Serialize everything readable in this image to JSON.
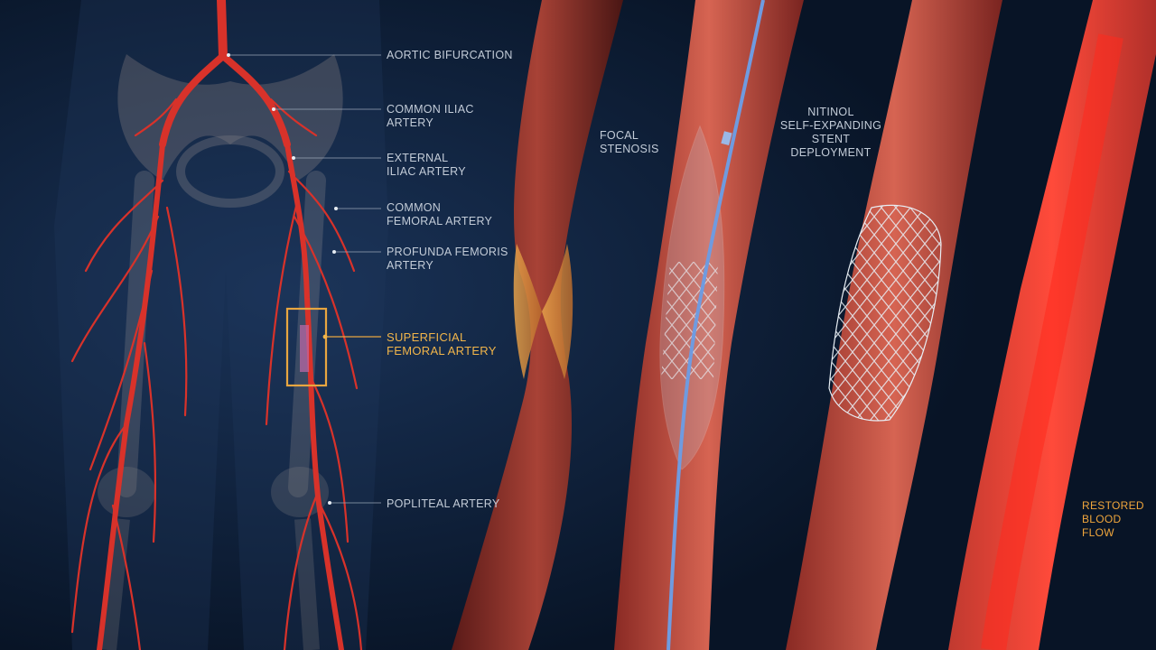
{
  "anatomy_labels": {
    "aortic_bifurcation": "AORTIC BIFURCATION",
    "common_iliac": "COMMON ILIAC\nARTERY",
    "external_iliac": "EXTERNAL\nILIAC ARTERY",
    "common_femoral": "COMMON\nFEMORAL ARTERY",
    "profunda_femoris": "PROFUNDA FEMORIS\nARTERY",
    "superficial_femoral": "SUPERFICIAL\nFEMORAL ARTERY",
    "popliteal": "POPLITEAL ARTERY"
  },
  "procedure_labels": {
    "focal_stenosis": "FOCAL\nSTENOSIS",
    "stent_deployment": "NITINOL\nSELF-EXPANDING\nSTENT DEPLOYMENT",
    "restored_flow": "RESTORED\nBLOOD FLOW"
  },
  "colors": {
    "background": "#081426",
    "artery": "#d8322a",
    "highlight": "#f1b54a",
    "label": "#c3ccd8",
    "guidewire": "#6f9be0"
  }
}
